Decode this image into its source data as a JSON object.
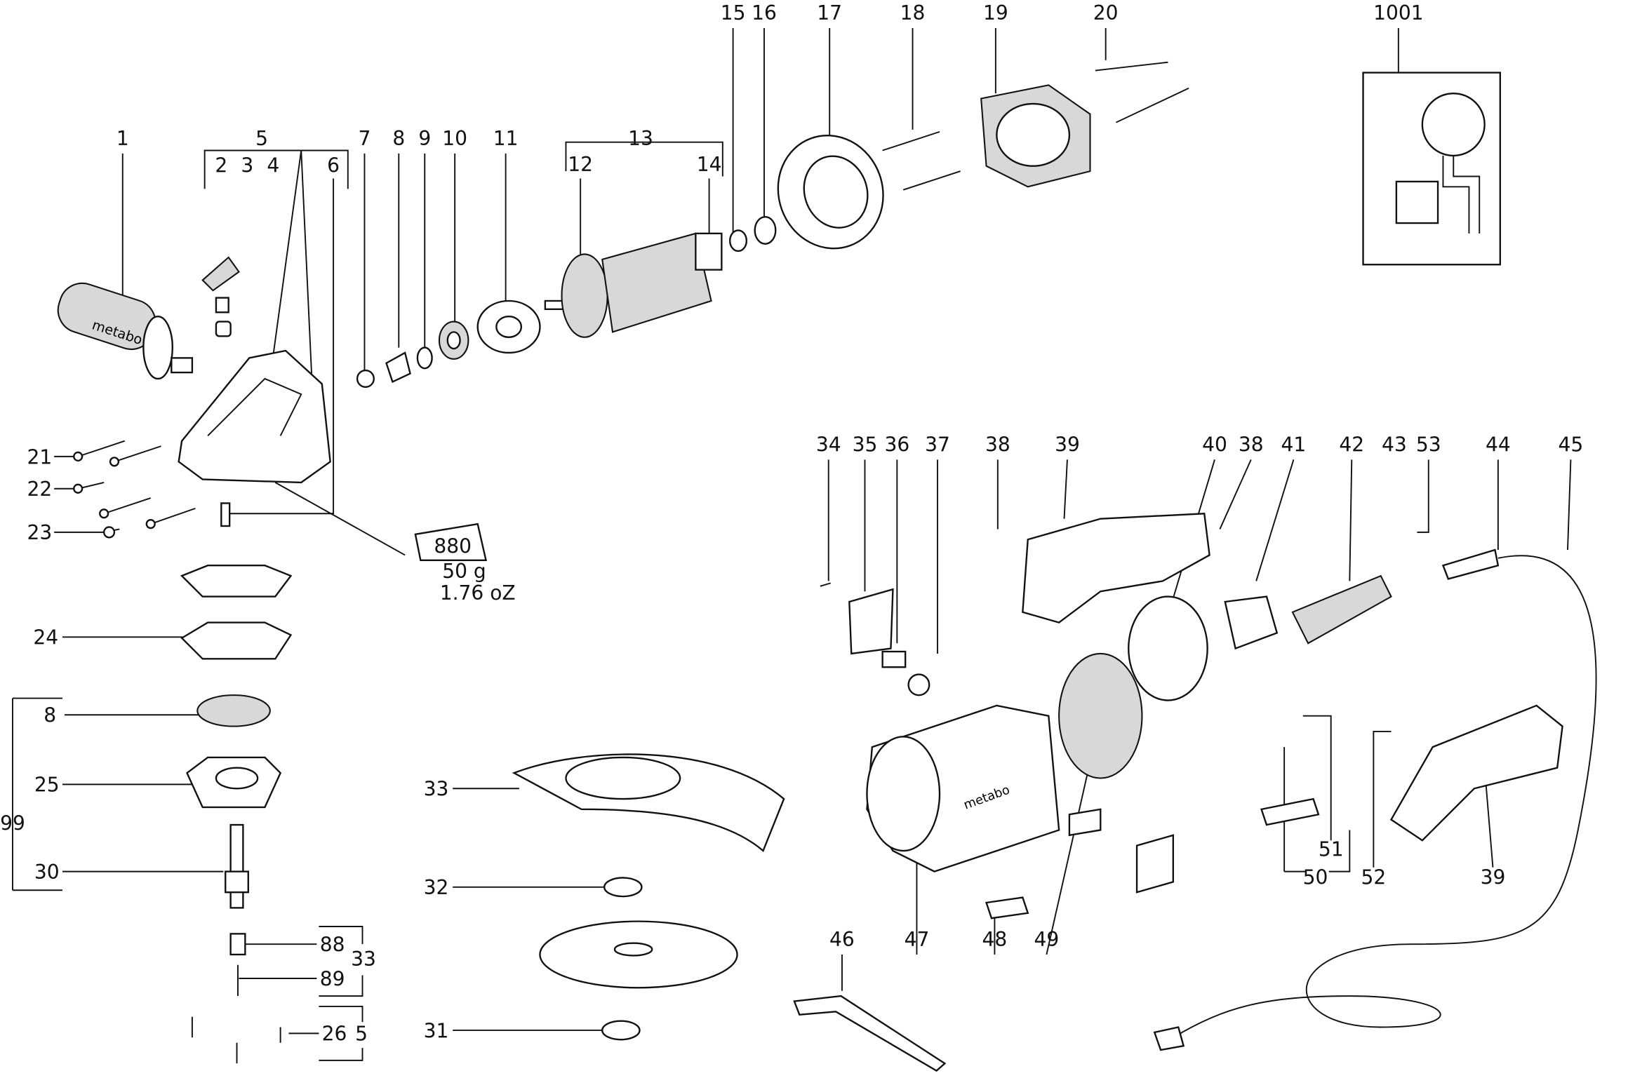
{
  "labels": {
    "p1": "1",
    "p5a": "5",
    "p2": "2",
    "p3": "3",
    "p4": "4",
    "p6": "6",
    "p7": "7",
    "p8a": "8",
    "p9": "9",
    "p10": "10",
    "p11": "11",
    "p13": "13",
    "p12": "12",
    "p14": "14",
    "p15": "15",
    "p16": "16",
    "p17": "17",
    "p18": "18",
    "p19": "19",
    "p20": "20",
    "p1001": "1001",
    "p21": "21",
    "p22": "22",
    "p23": "23",
    "p24": "24",
    "p8b": "8",
    "p25": "25",
    "p99": "99",
    "p30": "30",
    "p88": "88",
    "p33a": "33",
    "p89": "89",
    "p26": "26",
    "p5b": "5",
    "p33b": "33",
    "p32": "32",
    "p31": "31",
    "p46": "46",
    "p47": "47",
    "p48": "48",
    "p49": "49",
    "p34": "34",
    "p35": "35",
    "p36": "36",
    "p37": "37",
    "p38a": "38",
    "p39a": "39",
    "p40": "40",
    "p38b": "38",
    "p41": "41",
    "p42": "42",
    "p43": "43",
    "p53": "53",
    "p44": "44",
    "p45": "45",
    "p51": "51",
    "p50": "50",
    "p52": "52",
    "p39b": "39"
  },
  "grease": {
    "code": "880",
    "weight_g": "50 g",
    "weight_oz": "1.76 oZ"
  },
  "brand_marking": "metabo"
}
